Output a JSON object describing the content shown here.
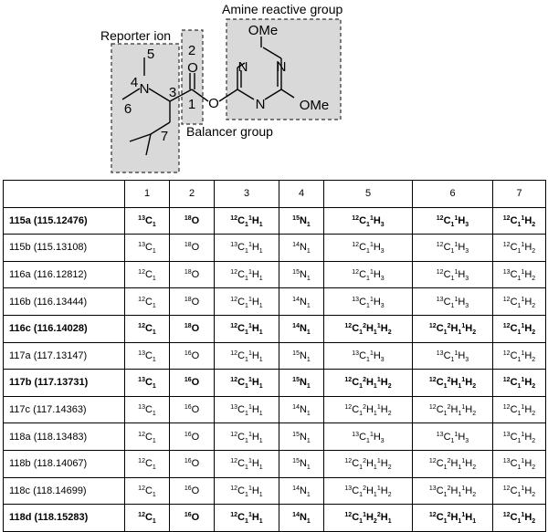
{
  "diagram": {
    "labels": {
      "reporter": "Reporter ion",
      "amine": "Amine reactive group",
      "balancer": "Balancer group"
    },
    "atoms": {
      "N": "N",
      "O": "O",
      "OMe": "OMe"
    },
    "positions": [
      "1",
      "2",
      "3",
      "4",
      "5",
      "6",
      "7"
    ]
  },
  "table": {
    "headers": [
      "",
      "1",
      "2",
      "3",
      "4",
      "5",
      "6",
      "7"
    ],
    "rows": [
      {
        "bold": true,
        "label": "115a (115.12476)",
        "cells": [
          "^13C_1",
          "^18O",
          "^12C_1^1H_1",
          "^15N_1",
          "^12C_1^1H_3",
          "^12C_1^1H_3",
          "^12C_1^1H_2"
        ]
      },
      {
        "bold": false,
        "label": "115b (115.13108)",
        "cells": [
          "^13C_1",
          "^18O",
          "^13C_1^1H_1",
          "^14N_1",
          "^12C_1^1H_3",
          "^12C_1^1H_3",
          "^12C_1^1H_2"
        ]
      },
      {
        "bold": false,
        "label": "116a (116.12812)",
        "cells": [
          "^12C_1",
          "^18O",
          "^12C_1^1H_1",
          "^15N_1",
          "^12C_1^1H_3",
          "^12C_1^1H_3",
          "^13C_1^1H_2"
        ]
      },
      {
        "bold": false,
        "label": "116b (116.13444)",
        "cells": [
          "^12C_1",
          "^18O",
          "^12C_1^1H_1",
          "^14N_1",
          "^13C_1^1H_3",
          "^13C_1^1H_3",
          "^12C_1^1H_2"
        ]
      },
      {
        "bold": true,
        "label": "116c (116.14028)",
        "cells": [
          "^12C_1",
          "^18O",
          "^12C_1^1H_1",
          "^14N_1",
          "^12C_1^2H_1^1H_2",
          "^12C_1^2H_1^1H_2",
          "^12C_1^1H_2"
        ]
      },
      {
        "bold": false,
        "label": "117a (117.13147)",
        "cells": [
          "^13C_1",
          "^16O",
          "^12C_1^1H_1",
          "^15N_1",
          "^13C_1^1H_3",
          "^13C_1^1H_3",
          "^12C_1^1H_2"
        ]
      },
      {
        "bold": true,
        "label": "117b (117.13731)",
        "cells": [
          "^13C_1",
          "^16O",
          "^12C_1^1H_1",
          "^15N_1",
          "^12C_1^2H_1^1H_2",
          "^12C_1^2H_1^1H_2",
          "^12C_1^1H_2"
        ]
      },
      {
        "bold": false,
        "label": "117c (117.14363)",
        "cells": [
          "^13C_1",
          "^16O",
          "^13C_1^1H_1",
          "^14N_1",
          "^12C_1^2H_1^1H_2",
          "^12C_1^2H_1^1H_2",
          "^12C_1^1H_2"
        ]
      },
      {
        "bold": false,
        "label": "118a (118.13483)",
        "cells": [
          "^12C_1",
          "^16O",
          "^12C_1^1H_1",
          "^15N_1",
          "^13C_1^1H_3",
          "^13C_1^1H_3",
          "^13C_1^1H_2"
        ]
      },
      {
        "bold": false,
        "label": "118b (118.14067)",
        "cells": [
          "^12C_1",
          "^16O",
          "^12C_1^1H_1",
          "^15N_1",
          "^12C_1^2H_1^1H_2",
          "^12C_1^2H_1^1H_2",
          "^13C_1^1H_2"
        ]
      },
      {
        "bold": false,
        "label": "118c (118.14699)",
        "cells": [
          "^12C_1",
          "^16O",
          "^12C_1^1H_1",
          "^14N_1",
          "^13C_1^2H_1^1H_2",
          "^13C_1^2H_1^1H_2",
          "^12C_1^1H_2"
        ]
      },
      {
        "bold": true,
        "label": "118d (118.15283)",
        "cells": [
          "^12C_1",
          "^16O",
          "^12C_1^1H_1",
          "^14N_1",
          "^12C_1^1H_2^2H_1",
          "^12C_1^2H_1^1H_1",
          "^12C_1^1H_2"
        ]
      }
    ]
  }
}
